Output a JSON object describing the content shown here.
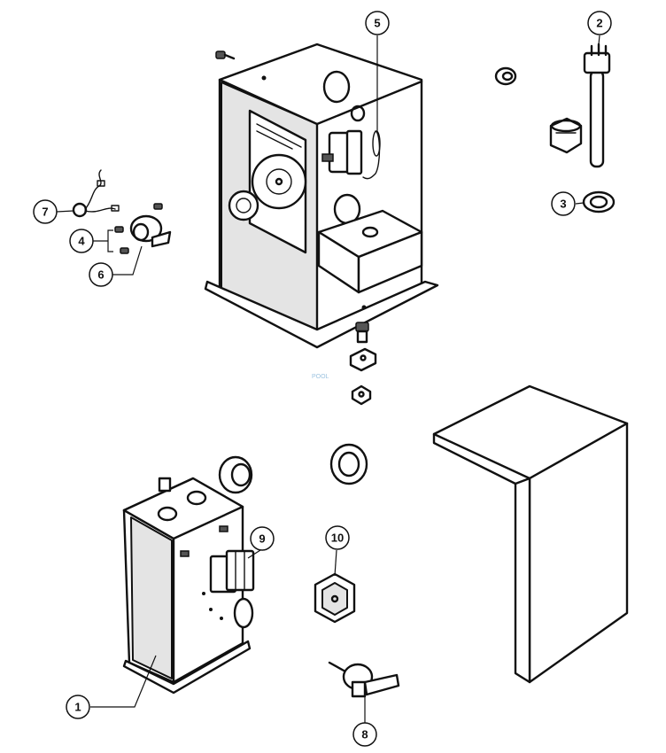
{
  "diagram": {
    "callouts": [
      {
        "id": "c1",
        "label": "1"
      },
      {
        "id": "c2",
        "label": "2"
      },
      {
        "id": "c3",
        "label": "3"
      },
      {
        "id": "c4",
        "label": "4"
      },
      {
        "id": "c5",
        "label": "5"
      },
      {
        "id": "c6",
        "label": "6"
      },
      {
        "id": "c7",
        "label": "7"
      },
      {
        "id": "c8",
        "label": "8"
      },
      {
        "id": "c9",
        "label": "9"
      },
      {
        "id": "c10",
        "label": "10"
      }
    ],
    "watermark": "POOL",
    "colors": {
      "line": "#111111",
      "fill": "#ffffff",
      "shade": "#e4e4e4",
      "watermark": "#9cc3e0"
    }
  }
}
